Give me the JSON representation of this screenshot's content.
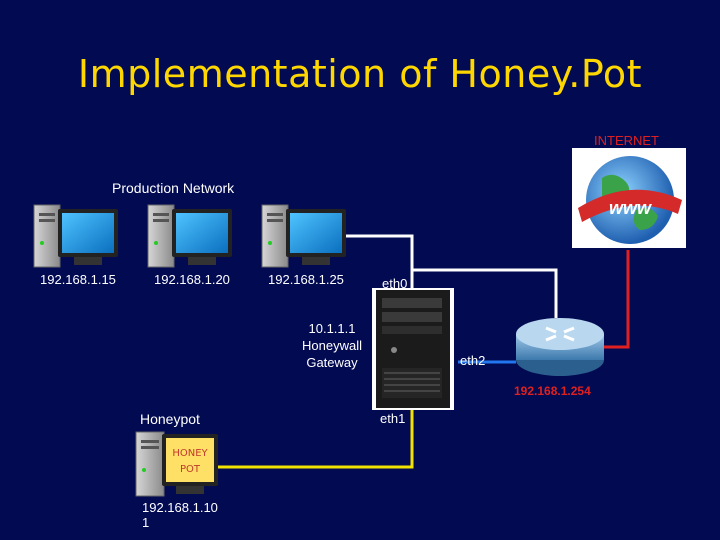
{
  "slide": {
    "title": "Implementation of Honey.Pot"
  },
  "labels": {
    "internet": "INTERNET",
    "production_network": "Production Network",
    "host1_ip": "192.168.1.15",
    "host2_ip": "192.168.1.20",
    "host3_ip": "192.168.1.25",
    "eth0": "eth0",
    "eth1": "eth1",
    "eth2": "eth2",
    "gateway_ip": "10.1.1.1",
    "gateway_name": "Honeywall",
    "gateway_role": "Gateway",
    "router_ip": "192.168.1.254",
    "honeypot": "Honeypot",
    "honeypot_ip_line1": "192.168.1.10",
    "honeypot_ip_line2": "1",
    "honeypot_screen_line1": "HONEY",
    "honeypot_screen_line2": "POT",
    "www": "www"
  },
  "colors": {
    "background": "#020a52",
    "title": "#ffd700",
    "link_white": "#ffffff",
    "link_red": "#e02020",
    "link_blue": "#2277ee",
    "link_yellow": "#f2e200",
    "monitor_screen": "#1a9be0"
  }
}
